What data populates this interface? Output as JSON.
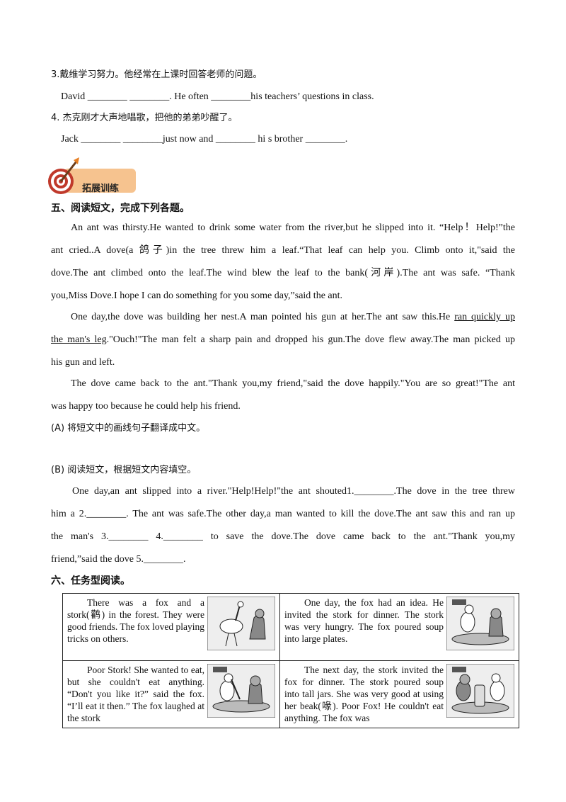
{
  "q3": {
    "cn": "3.戴维学习努力。他经常在上课时回答老师的问题。",
    "en": "David ________ ________. He often ________his teachers’ questions in class."
  },
  "q4": {
    "cn": "4. 杰克刚才大声地唱歌，把他的弟弟吵醒了。",
    "en": "Jack ________ ________just now and ________ hi s brother ________."
  },
  "badge": {
    "label": "拓展训练"
  },
  "section5": {
    "heading": "五、阅读短文，完成下列各题。",
    "p1": [
      "An ant was thirsty.He wanted to drink some water from the river,but he slipped into it. “Help！Help!”the",
      "ant cried..A dove(a 鸽子)in the tree threw him a leaf.“That leaf can help you. Climb onto it,\"said the",
      "dove.The ant climbed onto the leaf.The wind blew the leaf to the bank(河岸).The ant was safe. “Thank",
      "you,Miss Dove.I hope I can do something for you some day,”said the ant."
    ],
    "p2_l1_pre": "One day,the dove was building her nest.A man pointed his gun at her.The ant saw this.He ",
    "p2_l1_u": "ran quickly up",
    "p2_l2_u": "the man's leg",
    "p2_l2_post": ".\"Ouch!\"The man felt a sharp pain and dropped his gun.The dove flew away.The man picked up",
    "p2_l3": "his gun and left.",
    "p3": [
      "The dove came back to the ant.\"Thank you,my friend,\"said the dove happily.\"You are so great!\"The ant",
      "was happy too because he could help his friend."
    ],
    "qa": "(A) 将短文中的画线句子翻译成中文。",
    "qb": "(B) 阅读短文，根据短文内容填空。",
    "fill": [
      "One day,an ant slipped into a river.\"Help!Help!\"the ant shouted1.________.The dove in the tree threw",
      "him a 2.________. The ant was safe.The other day,a man wanted to kill the dove.The ant saw this and ran up",
      "the man's 3.________ 4.________ to save the dove.The dove came back to the ant.\"Thank you,my",
      "friend,”said the dove 5.________."
    ]
  },
  "section6": {
    "heading": "六、任务型阅读。",
    "cells": [
      {
        "text": "There was a fox and a stork(鹳) in the forest. They were good friends. The fox loved playing tricks on others.",
        "pic": "fox-and-stork-picture"
      },
      {
        "text": "One day, the fox had an idea. He invited the stork for dinner. The stork was very hungry. The fox poured soup into large plates.",
        "pic": "fox-serving-soup-picture"
      },
      {
        "text": "Poor Stork! She wanted to eat, but she couldn't eat anything. “Don't you like it?” said the fox. “I’ll eat it then.” The fox laughed at the stork",
        "pic": "stork-cannot-eat-picture"
      },
      {
        "text": "The next day, the stork invited the fox for dinner. The stork poured soup into tall jars. She was very good at using her beak(喙). Poor Fox! He couldn't eat anything. The fox was",
        "pic": "stork-serving-jars-picture"
      }
    ]
  }
}
